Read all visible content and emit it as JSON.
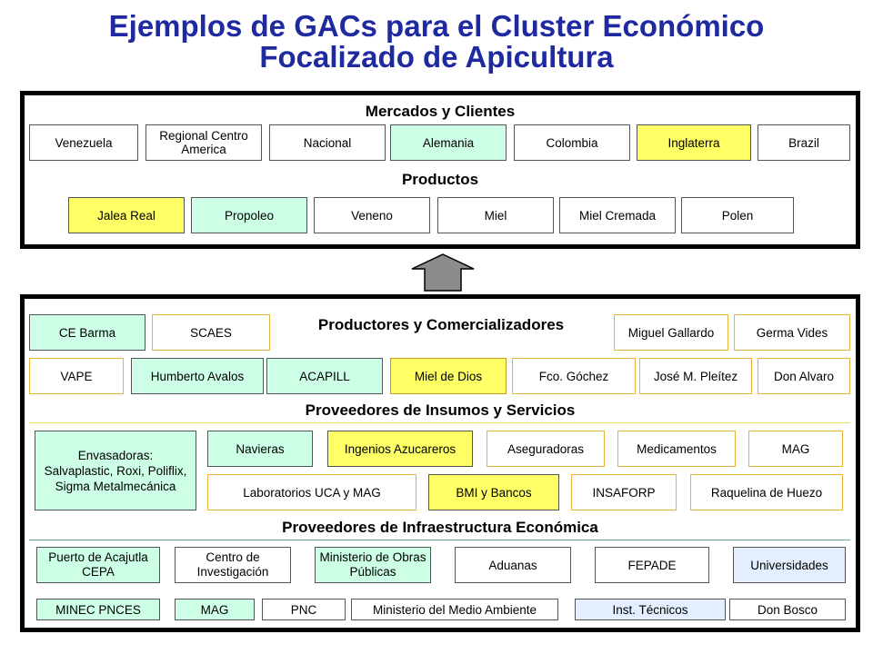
{
  "title": {
    "line1": "Ejemplos de GACs para el Cluster Económico",
    "line2": "Focalizado de Apicultura"
  },
  "top_panel": {
    "markets_heading": "Mercados y Clientes",
    "markets": [
      "Venezuela",
      "Regional Centro America",
      "Nacional",
      "Alemania",
      "Colombia",
      "Inglaterra",
      "Brazil"
    ],
    "products_heading": "Productos",
    "products": [
      "Jalea Real",
      "Propoleo",
      "Veneno",
      "Miel",
      "Miel Cremada",
      "Polen"
    ]
  },
  "bottom_panel": {
    "producers_heading": "Productores y Comercializadores",
    "producers_row1": [
      "CE Barma",
      "SCAES",
      "Miguel Gallardo",
      "Germa Vides"
    ],
    "producers_row2": [
      "VAPE",
      "Humberto Avalos",
      "ACAPILL",
      "Miel de Dios",
      "Fco. Góchez",
      "José M. Pleítez",
      "Don Alvaro"
    ],
    "suppliers_heading": "Proveedores de Insumos y Servicios",
    "suppliers_big": "Envasadoras: Salvaplastic, Roxi, Poliflix, Sigma Metalmecánica",
    "suppliers_row1": [
      "Navieras",
      "Ingenios Azucareros",
      "Aseguradoras",
      "Medicamentos",
      "MAG"
    ],
    "suppliers_row2": [
      "Laboratorios UCA y MAG",
      "BMI y Bancos",
      "INSAFORP",
      "Raquelina de Huezo"
    ],
    "infra_heading": "Proveedores de Infraestructura Económica",
    "infra_row1": [
      "Puerto de Acajutla CEPA",
      "Centro de Investigación",
      "Ministerio de Obras Públicas",
      "Aduanas",
      "FEPADE",
      "Universidades"
    ],
    "infra_row2": [
      "MINEC PNCES",
      "MAG",
      "PNC",
      "Ministerio del Medio Ambiente",
      "Inst. Técnicos",
      "Don Bosco"
    ]
  },
  "colors": {
    "title": "#1f2aa0",
    "yellow": "#ffff66",
    "green": "#ccffe6",
    "blue": "#e3efff",
    "arrow": "#8c8c8c"
  }
}
